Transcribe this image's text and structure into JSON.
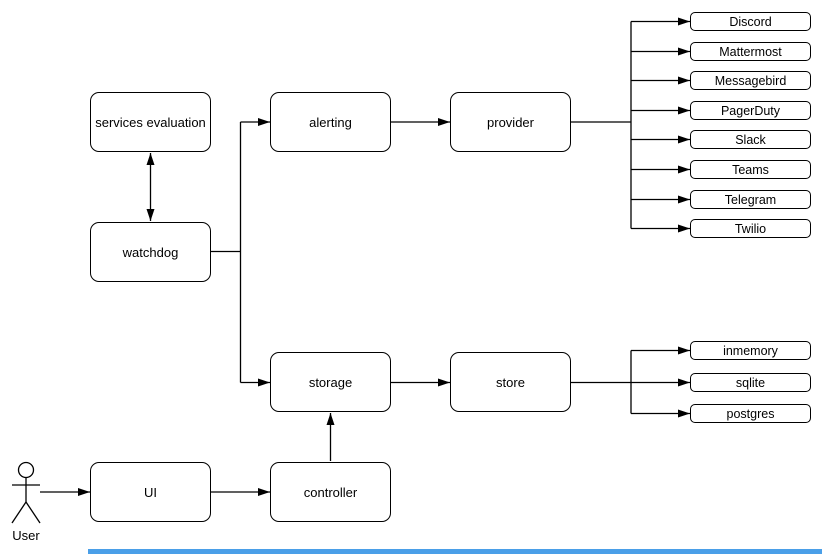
{
  "diagram": {
    "nodes": {
      "services_evaluation": "services evaluation",
      "watchdog": "watchdog",
      "alerting": "alerting",
      "provider": "provider",
      "storage": "storage",
      "store": "store",
      "ui": "UI",
      "controller": "controller"
    },
    "alert_providers": [
      "Discord",
      "Mattermost",
      "Messagebird",
      "PagerDuty",
      "Slack",
      "Teams",
      "Telegram",
      "Twilio"
    ],
    "storage_backends": [
      "inmemory",
      "sqlite",
      "postgres"
    ],
    "actor_label": "User",
    "colors": {
      "line": "#000000",
      "box_fill": "#ffffff",
      "text": "#000000",
      "scrollbar_thumb": "#4a9fe8"
    }
  }
}
